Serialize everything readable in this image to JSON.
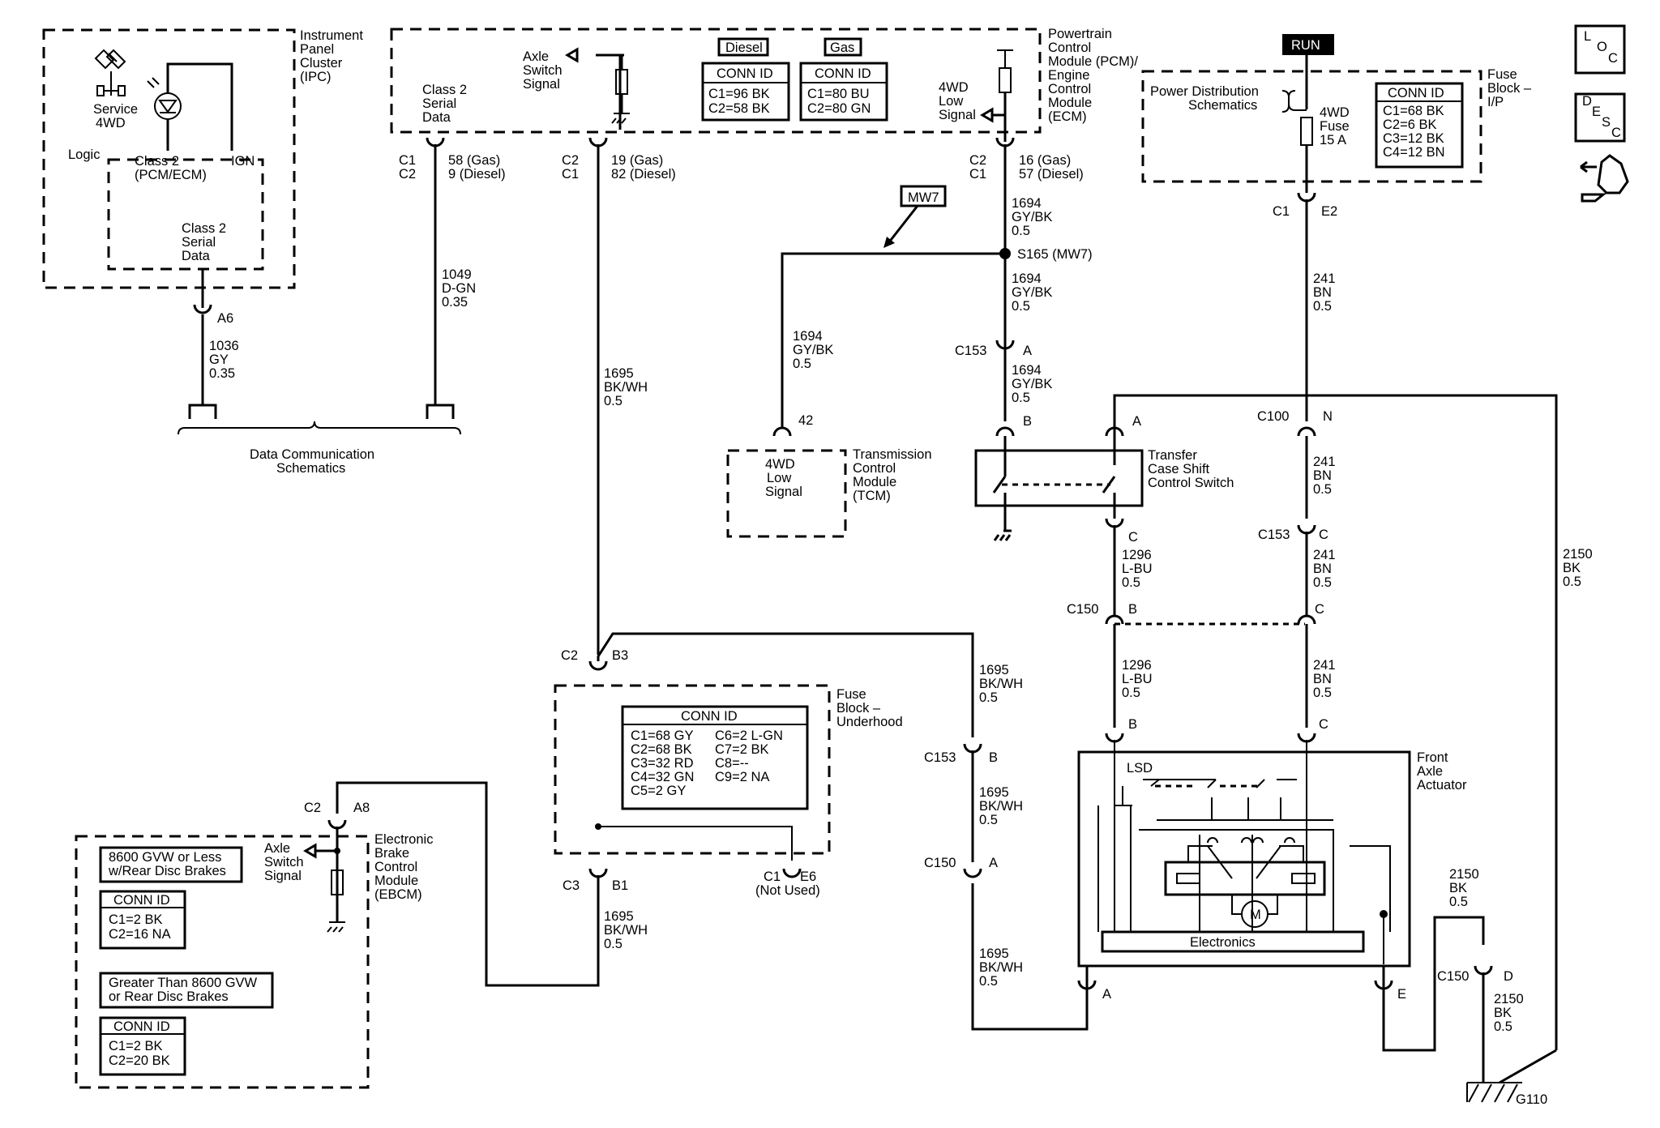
{
  "ipc": {
    "label": [
      "Instrument",
      "Panel",
      "Cluster",
      "(IPC)"
    ],
    "service_4wd": [
      "Service",
      "4WD"
    ],
    "logic": "Logic",
    "class2": [
      "Class 2",
      "(PCM/ECM)"
    ],
    "ign": "IGN",
    "serial": [
      "Class 2",
      "Serial",
      "Data"
    ],
    "pin": "A6"
  },
  "wire_1036": [
    "1036",
    "GY",
    "0.35"
  ],
  "wire_1049": [
    "1049",
    "D-GN",
    "0.35"
  ],
  "data_comm": [
    "Data Communication",
    "Schematics"
  ],
  "pcm": {
    "label": [
      "Powertrain",
      "Control",
      "Module (PCM)/",
      "Engine",
      "Control",
      "Module",
      "(ECM)"
    ],
    "class2": [
      "Class 2",
      "Serial",
      "Data"
    ],
    "axle": [
      "Axle",
      "Switch",
      "Signal"
    ],
    "low": [
      "4WD",
      "Low",
      "Signal"
    ],
    "diesel": "Diesel",
    "gas": "Gas",
    "conn_id": "CONN ID",
    "diesel_rows": [
      "C1=96 BK",
      "C2=58 BK"
    ],
    "gas_rows": [
      "C1=80 BU",
      "C2=80 GN"
    ],
    "pin1": [
      "C1",
      "C2"
    ],
    "pin1b": [
      "58 (Gas)",
      "9 (Diesel)"
    ],
    "pin2": [
      "C2",
      "C1"
    ],
    "pin2b": [
      "19 (Gas)",
      "82 (Diesel)"
    ],
    "pin3": [
      "C2",
      "C1"
    ],
    "pin3b": [
      "16 (Gas)",
      "57 (Diesel)"
    ]
  },
  "mw7": "MW7",
  "wire_1694": [
    "1694",
    "GY/BK",
    "0.5"
  ],
  "splice": "S165 (MW7)",
  "c153": "C153",
  "c153_a": "A",
  "c153_b": "B",
  "c153_c": "C",
  "tcm": {
    "pin": "42",
    "signal": [
      "4WD",
      "Low",
      "Signal"
    ],
    "label": [
      "Transmission",
      "Control",
      "Module",
      "(TCM)"
    ]
  },
  "wire_1695": [
    "1695",
    "BK/WH",
    "0.5"
  ],
  "tc_switch": [
    "Transfer",
    "Case Shift",
    "Control Switch"
  ],
  "pin_a": "A",
  "pin_b": "B",
  "pin_c": "C",
  "wire_1296": [
    "1296",
    "L-BU",
    "0.5"
  ],
  "c150": "C150",
  "pin_d": "D",
  "pin_e": "E",
  "run": "RUN",
  "fuse_ip": {
    "label": [
      "Fuse",
      "Block –",
      "I/P"
    ],
    "power": [
      "Power Distribution",
      "Schematics"
    ],
    "fuse": [
      "4WD",
      "Fuse",
      "15 A"
    ],
    "rows": [
      "C1=68 BK",
      "C2=6 BK",
      "C3=12 BK",
      "C4=12 BN"
    ],
    "pins": [
      "C1",
      "E2"
    ]
  },
  "wire_241": [
    "241",
    "BN",
    "0.5"
  ],
  "c100": "C100",
  "pin_n": "N",
  "wire_2150": [
    "2150",
    "BK",
    "0.5"
  ],
  "fuse_uh": {
    "label": [
      "Fuse",
      "Block –",
      "Underhood"
    ],
    "rows_l": [
      "C1=68 GY",
      "C2=68 BK",
      "C3=32 RD",
      "C4=32 GN",
      "C5=2 GY"
    ],
    "rows_r": [
      "C6=2 L-GN",
      "C7=2 BK",
      "C8=--",
      "C9=2 NA"
    ],
    "top": [
      "C2",
      "B3"
    ],
    "bot": [
      "C3",
      "B1"
    ],
    "nu": [
      "C1",
      "E6",
      "(Not Used)"
    ]
  },
  "faa": {
    "label": [
      "Front",
      "Axle",
      "Actuator"
    ],
    "lsd": "LSD",
    "electronics": "Electronics",
    "m": "M"
  },
  "ebcm": {
    "label": [
      "Electronic",
      "Brake",
      "Control",
      "Module",
      "(EBCM)"
    ],
    "axle": [
      "Axle",
      "Switch",
      "Signal"
    ],
    "pins": [
      "C2",
      "A8"
    ],
    "g1": [
      "8600 GVW or Less",
      "w/Rear Disc Brakes"
    ],
    "g1_rows": [
      "C1=2 BK",
      "C2=16 NA"
    ],
    "g2": [
      "Greater Than 8600 GVW",
      "or Rear Disc Brakes"
    ],
    "g2_rows": [
      "C1=2 BK",
      "C2=20 BK"
    ]
  },
  "g110": "G110",
  "loc": [
    "L",
    "O",
    "C"
  ],
  "desc": [
    "D",
    "E",
    "S",
    "C"
  ]
}
